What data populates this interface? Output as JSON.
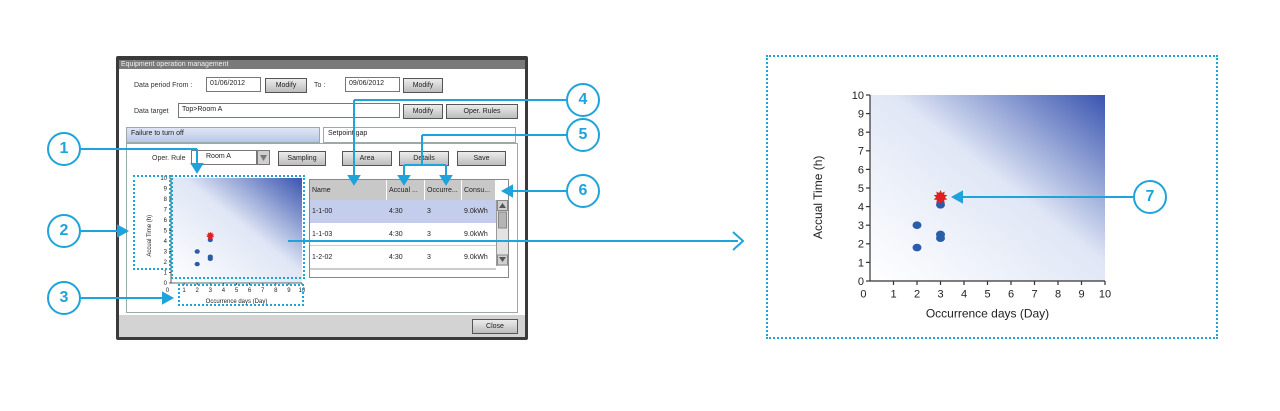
{
  "window": {
    "title": "Equipment operation management",
    "data_period_from_label": "Data period From :",
    "from_date": "01/06/2012",
    "modify_label": "Modify",
    "to_label": "To :",
    "to_date": "09/06/2012",
    "data_target_label": "Data target",
    "data_target_value": "Top>Room A",
    "oper_rules_label": "Oper. Rules",
    "tabs": [
      "Failure to turn off",
      "Setpoint gap"
    ],
    "oper_rule_label": "Oper. Rule",
    "oper_rule_value": "Room A",
    "sampling_label": "Sampling",
    "area_label": "Area",
    "details_label": "Details",
    "save_label": "Save",
    "close_label": "Close"
  },
  "table": {
    "headers": [
      "Name",
      "Accual ...",
      "Occurre...",
      "Consu..."
    ],
    "rows": [
      [
        "1-1-00",
        "4:30",
        "3",
        "9.0kWh"
      ],
      [
        "1-1-03",
        "4:30",
        "3",
        "9.0kWh"
      ],
      [
        "1-2-02",
        "4:30",
        "3",
        "9.0kWh"
      ]
    ]
  },
  "callouts": [
    "1",
    "2",
    "3",
    "4",
    "5",
    "6",
    "7"
  ],
  "colors": {
    "accent": "#1fa3db",
    "point": "#2a5caa",
    "highlight": "#e02020"
  },
  "chart_data": {
    "type": "scatter",
    "xlabel": "Occurrence days (Day)",
    "ylabel": "Accual Time (h)",
    "xlim": [
      0,
      10
    ],
    "ylim": [
      0,
      10
    ],
    "xticks": [
      "0",
      "1",
      "2",
      "3",
      "4",
      "5",
      "6",
      "7",
      "8",
      "9",
      "10"
    ],
    "yticks": [
      "0",
      "1",
      "2",
      "3",
      "4",
      "5",
      "6",
      "7",
      "8",
      "9",
      "10"
    ],
    "series": [
      {
        "points": [
          [
            2,
            1.8
          ],
          [
            2,
            3.0
          ],
          [
            3,
            2.3
          ],
          [
            3,
            2.5
          ],
          [
            3,
            4.1
          ]
        ]
      },
      {
        "points": [
          [
            3,
            4.5
          ]
        ],
        "highlight": true
      }
    ]
  }
}
